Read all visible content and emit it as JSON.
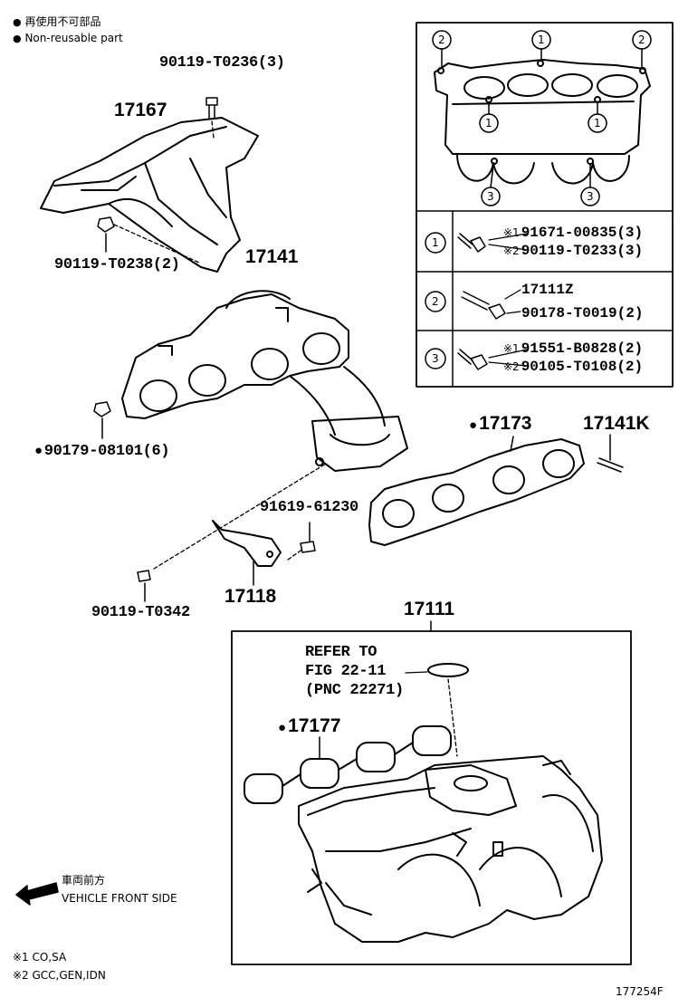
{
  "legend": {
    "jp": "再使用不可部品",
    "en": "Non-reusable part"
  },
  "parts": {
    "p90119_T0236": "90119-T0236(3)",
    "p17167": "17167",
    "p90119_T0238": "90119-T0238(2)",
    "p17141": "17141",
    "p90179_08101": "90179-08101(6)",
    "p17173": "17173",
    "p17141K": "17141K",
    "p91619_61230": "91619-61230",
    "p17118": "17118",
    "p90119_T0342": "90119-T0342",
    "p17111": "17111",
    "p17177": "17177"
  },
  "refer": {
    "line1": "REFER TO",
    "line2": "FIG 22-11",
    "line3": "(PNC 22271)"
  },
  "table": {
    "row1": {
      "num": "1",
      "a_mark": "※1",
      "a": "91671-00835(3)",
      "b_mark": "※2",
      "b": "90119-T0233(3)"
    },
    "row2": {
      "num": "2",
      "a": "17111Z",
      "b": "90178-T0019(2)"
    },
    "row3": {
      "num": "3",
      "a_mark": "※1",
      "a": "91551-B0828(2)",
      "b_mark": "※2",
      "b": "90105-T0108(2)"
    }
  },
  "top_view_callouts": [
    "2",
    "1",
    "2",
    "1",
    "1",
    "3",
    "3"
  ],
  "direction": {
    "jp": "車両前方",
    "en": "VEHICLE FRONT SIDE"
  },
  "notes": {
    "n1": "※1 CO,SA",
    "n2": "※2 GCC,GEN,IDN"
  },
  "figure_id": "177254F"
}
